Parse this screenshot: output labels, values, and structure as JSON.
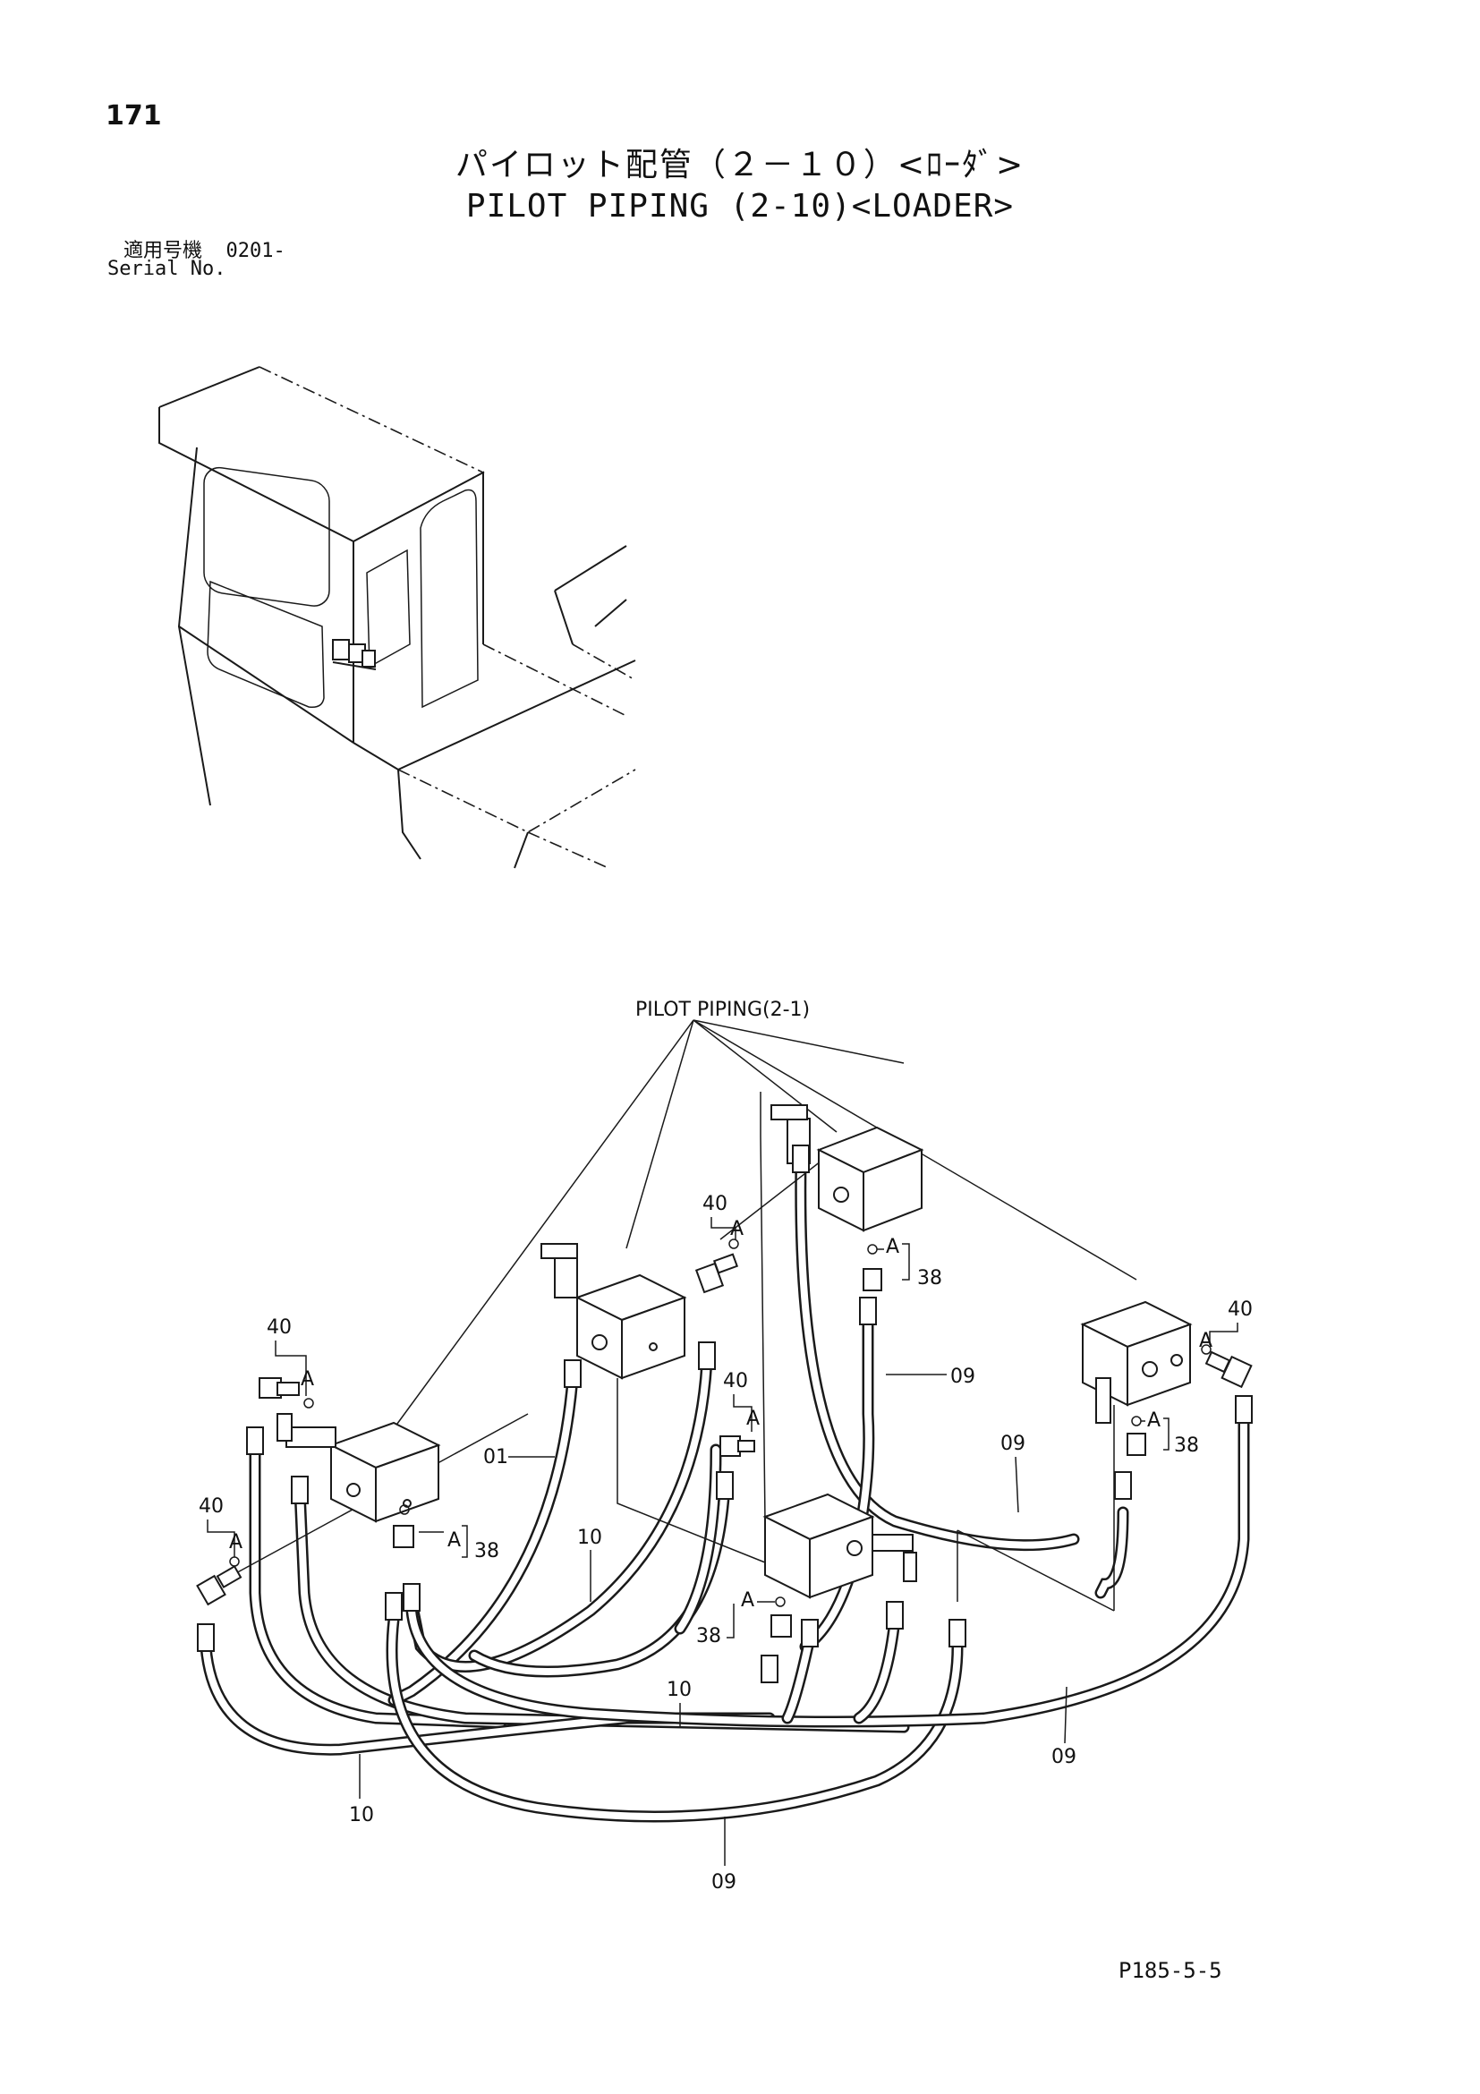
{
  "header": {
    "page_number": "171",
    "title_jp": "パイロット配管（２－１０）<ﾛｰﾀﾞ>",
    "title_en": "PILOT PIPING (2-10)<LOADER>",
    "serial_label_jp": "適用号機",
    "serial_value": "0201-",
    "serial_label_en": "Serial No."
  },
  "diagram": {
    "reference_label": "PILOT PIPING(2-1)",
    "callouts": {
      "p40": "40",
      "p38": "38",
      "p01": "01",
      "p09": "09",
      "p10": "10",
      "detail_a": "A"
    }
  },
  "footer": {
    "page_ref": "P185-5-5"
  }
}
